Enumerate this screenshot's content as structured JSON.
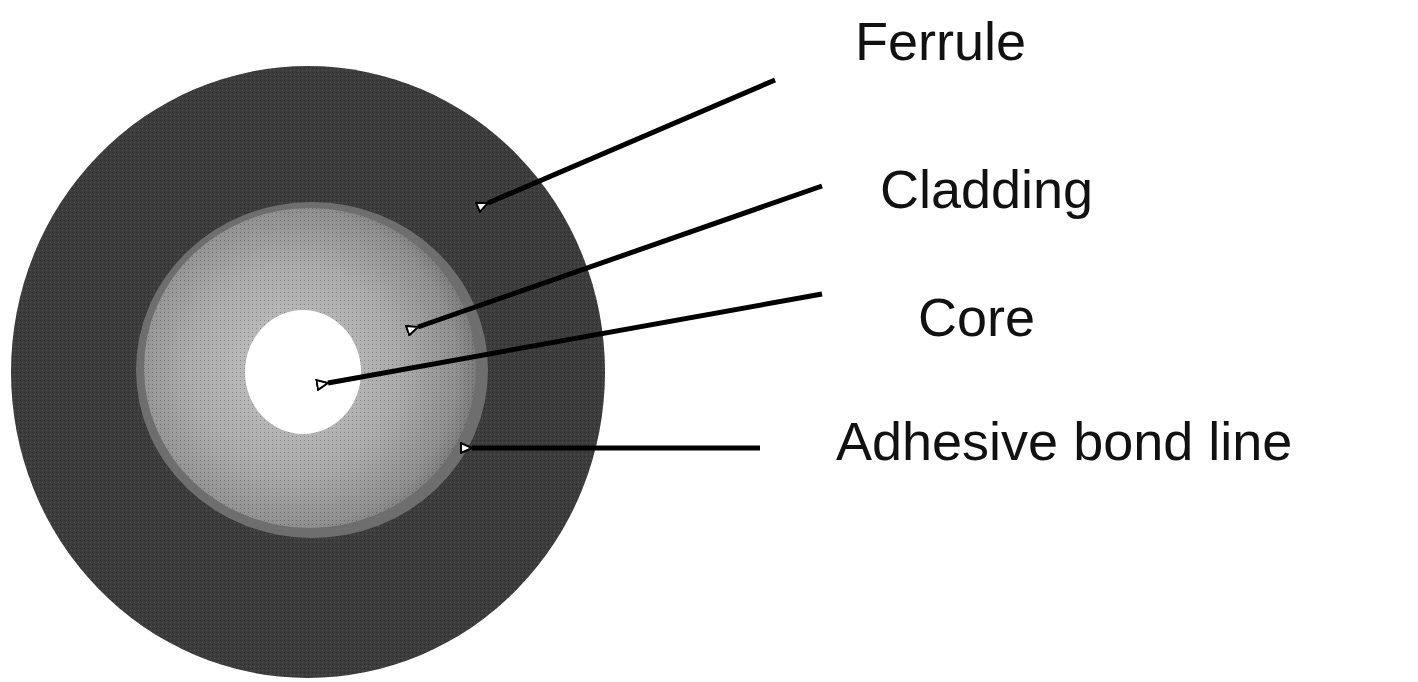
{
  "diagram": {
    "labels": [
      "Ferrule",
      "Cladding",
      "Core",
      "Adhesive bond line"
    ]
  }
}
